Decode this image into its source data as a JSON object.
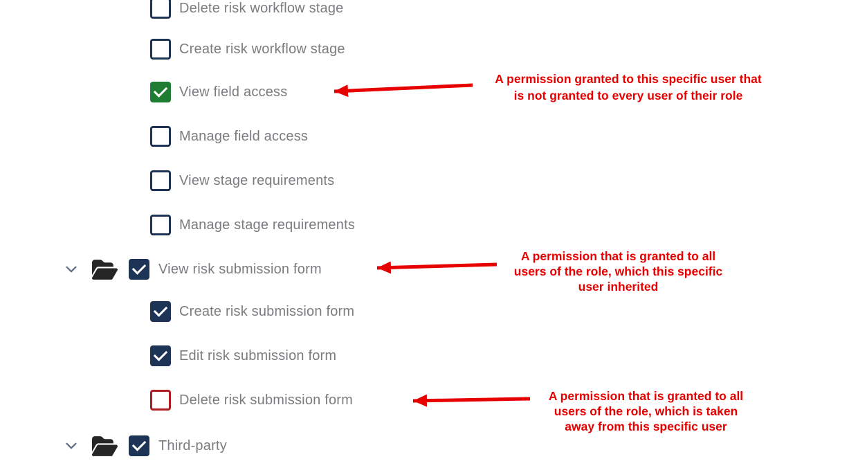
{
  "colors": {
    "checkbox_navy": "#1e3456",
    "checkbox_green": "#1e7d33",
    "checkbox_revoked_red": "#b01e23",
    "annotation_red": "#e60000",
    "label_gray": "#7a7c7f",
    "chevron_gray": "#5d6b85",
    "folder_dark": "#262626"
  },
  "icons": {
    "chevron": "chevron-down-icon",
    "folder": "open-folder-icon"
  },
  "permissions": {
    "rows": [
      {
        "label": "Delete risk workflow stage",
        "state": "unchecked",
        "type": "child"
      },
      {
        "label": "Create risk workflow stage",
        "state": "unchecked",
        "type": "child"
      },
      {
        "label": "View field access",
        "state": "checked-user",
        "type": "child"
      },
      {
        "label": "Manage field access",
        "state": "unchecked",
        "type": "child"
      },
      {
        "label": "View stage requirements",
        "state": "unchecked",
        "type": "child"
      },
      {
        "label": "Manage stage requirements",
        "state": "unchecked",
        "type": "child"
      },
      {
        "label": "View risk submission form",
        "state": "checked-role",
        "type": "parent"
      },
      {
        "label": "Create risk submission form",
        "state": "checked-role",
        "type": "child"
      },
      {
        "label": "Edit risk submission form",
        "state": "checked-role",
        "type": "child"
      },
      {
        "label": "Delete risk submission form",
        "state": "revoked",
        "type": "child"
      },
      {
        "label": "Third-party",
        "state": "checked-role",
        "type": "parent"
      }
    ]
  },
  "annotations": [
    {
      "lines": [
        "A permission granted to this specific user that",
        "is not granted to every user of their role"
      ]
    },
    {
      "lines": [
        "A permission that is granted to all",
        "users of the role, which this specific",
        "user inherited"
      ]
    },
    {
      "lines": [
        "A permission that is granted to all",
        "users of the role, which is taken",
        "away from this specific user"
      ]
    }
  ]
}
